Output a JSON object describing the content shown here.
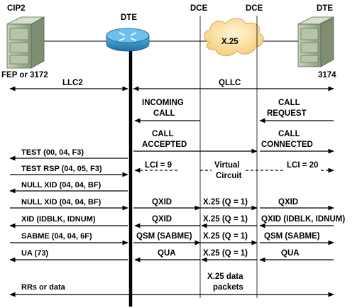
{
  "nodes": {
    "left_device_top": "CIP2",
    "left_device_bottom": "FEP or 3172",
    "router": "DTE",
    "dce_left": "DCE",
    "dce_right": "DCE",
    "right_device_top": "DTE",
    "right_device_bottom": "3174",
    "cloud": "X.25"
  },
  "segments": {
    "llc2": "LLC2",
    "qllc": "QLLC"
  },
  "labels": {
    "incoming_call_1": "INCOMING",
    "incoming_call_2": "CALL",
    "call_request_1": "CALL",
    "call_request_2": "REQUEST",
    "call_accepted_1": "CALL",
    "call_accepted_2": "ACCEPTED",
    "call_connected_1": "CALL",
    "call_connected_2": "CONNECTED",
    "test": "TEST (00, 04, F3)",
    "lci_left": "LCI = 9",
    "virtual_1": "Virtual",
    "virtual_2": "Circuit",
    "lci_right": "LCI = 20",
    "test_rsp": "TEST RSP (04, 05, F3)",
    "null_xid_1": "NULL XID (04, 04, BF)",
    "null_xid_2": "NULL XID (04, 04, BF)",
    "qxid_1": "QXID",
    "x25_q1_1": "X.25 (Q = 1)",
    "qxid_right_1": "QXID",
    "xid_idblk": "XID (IDBLK, IDNUM)",
    "qxid_2": "QXID",
    "x25_q1_2": "X.25 (Q = 1)",
    "qxid_idblk": "QXID (IDBLK, IDNUM)",
    "sabme": "SABME (04, 04, 6F)",
    "qsm_left": "QSM (SABME)",
    "x25_q1_3": "X.25 (Q = 1)",
    "qsm_right": "QSM (SABME)",
    "ua": "UA (73)",
    "qua_left": "QUA",
    "x25_q1_4": "X.25 (Q = 1)",
    "qua_right": "QUA",
    "x25_data_1": "X.25 data",
    "x25_data_2": "packets",
    "rrs": "RRs or data"
  },
  "colors": {
    "device_green": "#9aac8c",
    "router_blue": "#2e8cc8",
    "cloud_yellow": "#f8d890"
  },
  "icons": {
    "left_device": "mainframe-icon",
    "router": "router-icon",
    "cloud": "cloud-icon",
    "right_device": "mainframe-icon"
  }
}
